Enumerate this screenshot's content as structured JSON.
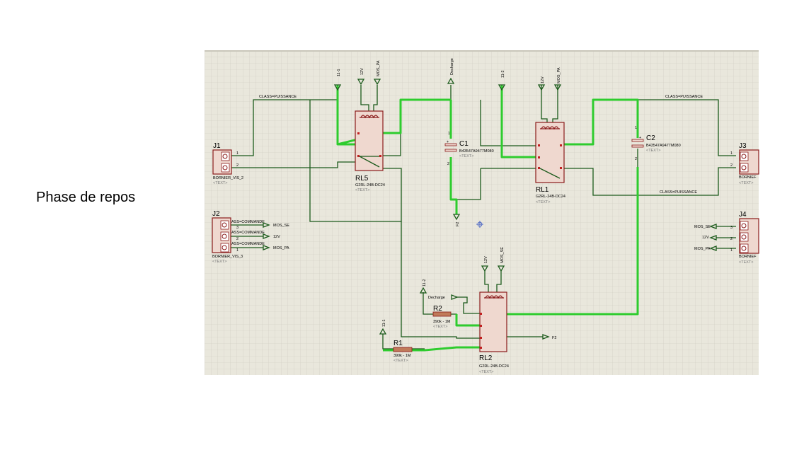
{
  "slide": {
    "title": "Phase de repos"
  },
  "schematic": {
    "net_labels": {
      "n11_1_top": "11-1",
      "n12v_rl5": "12V",
      "mos_pa_rl5": "MOS_PA",
      "decharge_top": "Decharge",
      "n11_2_top": "11-2",
      "n12v_rl1": "12V",
      "mos_pa_rl1": "MOS_PA",
      "class_puissance_left": "CLASS=PUISSANCE",
      "class_puissance_right_top": "CLASS=PUISSANCE",
      "class_puissance_right_bottom": "CLASS=PUISSANCE",
      "f2_mid": "F2",
      "n12v_rl2": "12V",
      "mos_se_rl2": "MOS_SE",
      "n11_2_bottom": "11-2",
      "decharge_bottom": "Decharge",
      "n11_1_bottom": "11-1",
      "f2_out": "F2",
      "j2_mos_se": "MOS_SE",
      "j2_12v": "12V",
      "j2_mos_pa": "MOS_PA",
      "j4_mos_se": "MOS_SE",
      "j4_12v": "12V",
      "j4_mos_pa": "MOS_PA"
    },
    "j2_class_labels": [
      "ASS=COMMANDE",
      "ASS=COMMANDE",
      "ASS=COMMANDE"
    ],
    "components": {
      "J1": {
        "ref": "J1",
        "value": "BORNIER_VIS_2",
        "text": "<TEXT>",
        "pins": [
          "1",
          "2"
        ]
      },
      "J2": {
        "ref": "J2",
        "value": "BORNIER_VIS_3",
        "text": "<TEXT>",
        "pins": [
          "3",
          "2",
          "1"
        ]
      },
      "J3": {
        "ref": "J3",
        "value": "BORNIEF",
        "text": "<TEXT>",
        "pins": [
          "1",
          "2"
        ]
      },
      "J4": {
        "ref": "J4",
        "value": "BORNIEF",
        "text": "<TEXT>",
        "pins": [
          "3",
          "2",
          "1"
        ]
      },
      "RL5": {
        "ref": "RL5",
        "value": "G2RL-24B-DC24",
        "text": "<TEXT>"
      },
      "RL1": {
        "ref": "RL1",
        "value": "G2RL-24B-DC24",
        "text": "<TEXT>"
      },
      "RL2": {
        "ref": "RL2",
        "value": "G2RL-24B-DC24",
        "text": "<TEXT>"
      },
      "C1": {
        "ref": "C1",
        "value": "B43547A9477M080",
        "text": "<TEXT>",
        "pin_plus": "1",
        "pin_minus": "2"
      },
      "C2": {
        "ref": "C2",
        "value": "B43547A9477M080",
        "text": "<TEXT>",
        "pin_plus": "1",
        "pin_minus": "2"
      },
      "R1": {
        "ref": "R1",
        "value": "390k - 1M",
        "text": "<TEXT>"
      },
      "R2": {
        "ref": "R2",
        "value": "390k - 1M",
        "text": "<TEXT>"
      }
    },
    "colors": {
      "grid_bg": "#e9e7dc",
      "wire": "#1b5a1b",
      "active_wire": "#2ecc2e",
      "component": "#8a1a1a"
    }
  }
}
